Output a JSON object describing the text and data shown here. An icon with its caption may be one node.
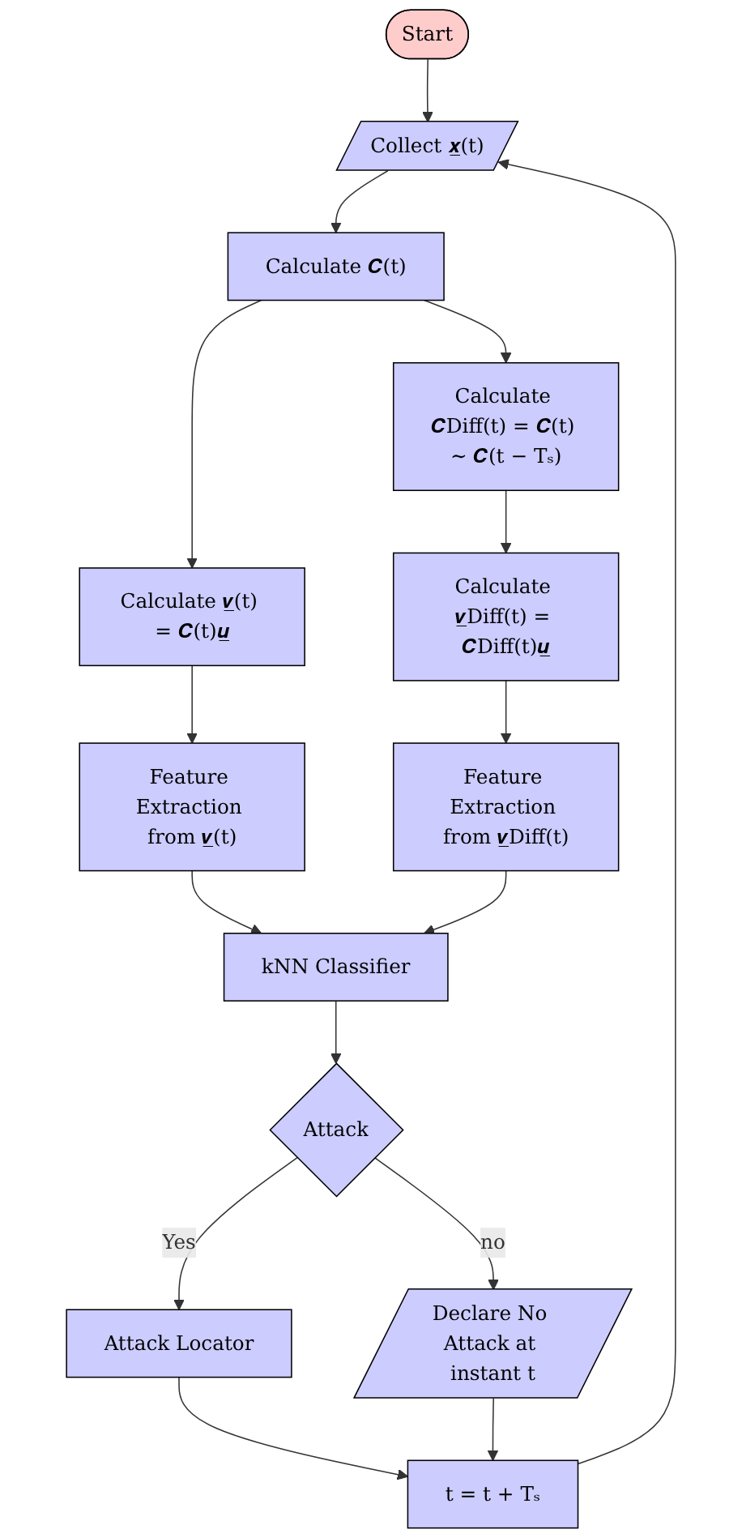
{
  "diagram": {
    "nodes": [
      {
        "text": [
          "Start"
        ]
      },
      {
        "text": [
          "Collect 𝒙̲(t)"
        ]
      },
      {
        "text": [
          "Calculate 𝑪(t)"
        ]
      },
      {
        "text": [
          "Calculate 𝑪Diff(t) = 𝑪(t) ∼ 𝑪(t − Tₛ)"
        ]
      },
      {
        "text": [
          "Calculate 𝒗̲(t) = 𝑪(t)𝒖̲"
        ]
      },
      {
        "text": [
          "Calculate 𝒗̲Diff(t) = 𝑪Diff(t)𝒖̲"
        ]
      },
      {
        "text": [
          "Feature Extraction from 𝒗̲(t)"
        ]
      },
      {
        "text": [
          "Feature Extraction from 𝒗̲Diff(t)"
        ]
      },
      {
        "text": [
          "kNN Classifier"
        ]
      },
      {
        "text": [
          "Attack"
        ]
      },
      {
        "text": [
          "Declare No Attack at instant t"
        ]
      },
      {
        "text": [
          "Attack Locator"
        ]
      },
      {
        "text": [
          "t = t + Tₛ"
        ]
      }
    ],
    "edges": [
      {
        "from": 0,
        "to": 1,
        "arrow": "to"
      },
      {
        "from": 1,
        "to": 2,
        "arrow": "to"
      },
      {
        "from": 2,
        "to": 3,
        "arrow": "to"
      },
      {
        "from": 2,
        "to": 4,
        "arrow": "to"
      },
      {
        "from": 3,
        "to": 5,
        "arrow": "to"
      },
      {
        "from": 4,
        "to": 6,
        "arrow": "to"
      },
      {
        "from": 5,
        "to": 7,
        "arrow": "to"
      },
      {
        "from": 6,
        "to": 8,
        "arrow": "to"
      },
      {
        "from": 7,
        "to": 8,
        "arrow": "to"
      },
      {
        "from": 8,
        "to": 9,
        "arrow": "to"
      },
      {
        "from": 9,
        "to": 10,
        "label": "no",
        "arrow": "to"
      },
      {
        "from": 9,
        "to": 11,
        "label": "Yes",
        "arrow": "to"
      },
      {
        "from": 11,
        "to": 12,
        "arrow": "to"
      },
      {
        "from": 10,
        "to": 12,
        "arrow": "to"
      },
      {
        "from": 12,
        "to": 1,
        "arrow": "to"
      }
    ]
  }
}
